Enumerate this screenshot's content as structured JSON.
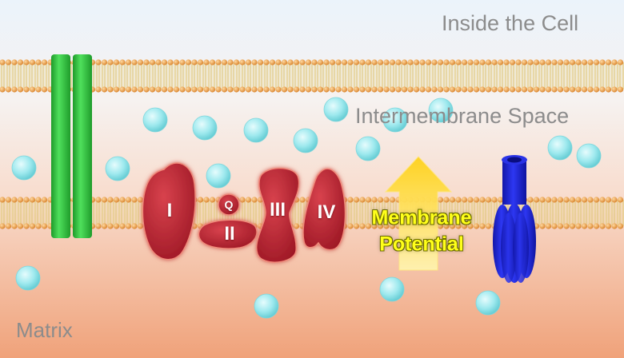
{
  "labels": {
    "inside_cell": "Inside the Cell",
    "intermembrane_space": "Intermembrane Space",
    "matrix": "Matrix",
    "membrane_potential_line1": "Membrane",
    "membrane_potential_line2": "Potential"
  },
  "complexes": {
    "complex_1": "I",
    "ubiquinone": "Q",
    "complex_2": "II",
    "complex_3": "III",
    "complex_4": "IV"
  },
  "colors": {
    "sky_top": "#ebf3fb",
    "matrix_bottom": "#f0a27a",
    "lipid_head": "#e39a3a",
    "lipid_tail": "#e6d08a",
    "channel_green": "#2ecc3a",
    "complex_red": "#b3222f",
    "atp_synthase_blue": "#1a22d9",
    "proton_cyan": "#8fe8ec",
    "arrow_yellow": "#ffd21a"
  }
}
